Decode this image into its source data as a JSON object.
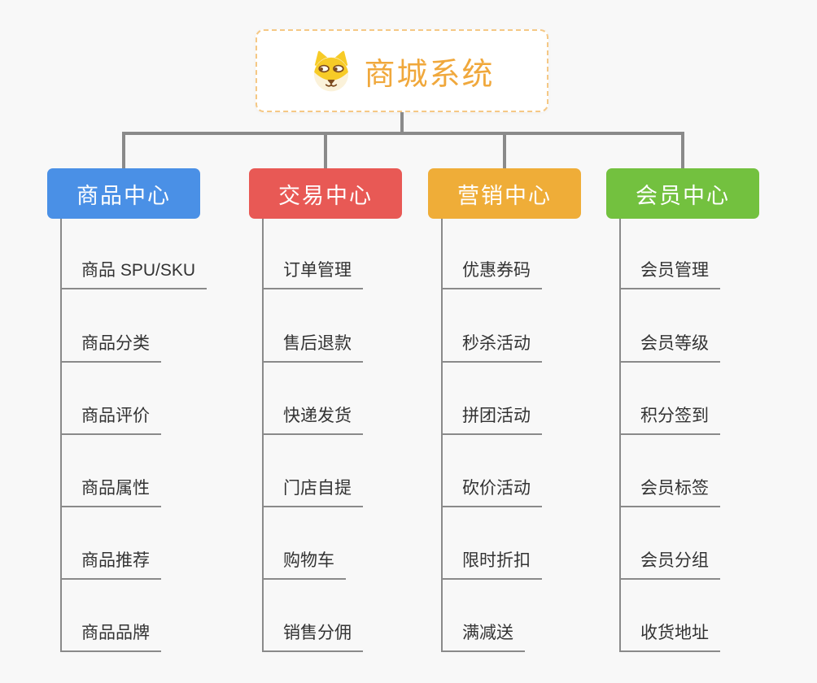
{
  "root": {
    "title": "商城系统",
    "icon": "shiba-dog-icon",
    "title_color": "#F0A83C",
    "border_color": "#F5C885"
  },
  "background_color": "#F8F8F8",
  "connector_color": "#8A8A8A",
  "item_text_color": "#333333",
  "branches": [
    {
      "label": "商品中心",
      "color": "#4A90E6",
      "items": [
        "商品 SPU/SKU",
        "商品分类",
        "商品评价",
        "商品属性",
        "商品推荐",
        "商品品牌"
      ]
    },
    {
      "label": "交易中心",
      "color": "#E85955",
      "items": [
        "订单管理",
        "售后退款",
        "快递发货",
        "门店自提",
        "购物车",
        "销售分佣"
      ]
    },
    {
      "label": "营销中心",
      "color": "#EFAD38",
      "items": [
        "优惠券码",
        "秒杀活动",
        "拼团活动",
        "砍价活动",
        "限时折扣",
        "满减送"
      ]
    },
    {
      "label": "会员中心",
      "color": "#73C13F",
      "items": [
        "会员管理",
        "会员等级",
        "积分签到",
        "会员标签",
        "会员分组",
        "收货地址"
      ]
    }
  ]
}
